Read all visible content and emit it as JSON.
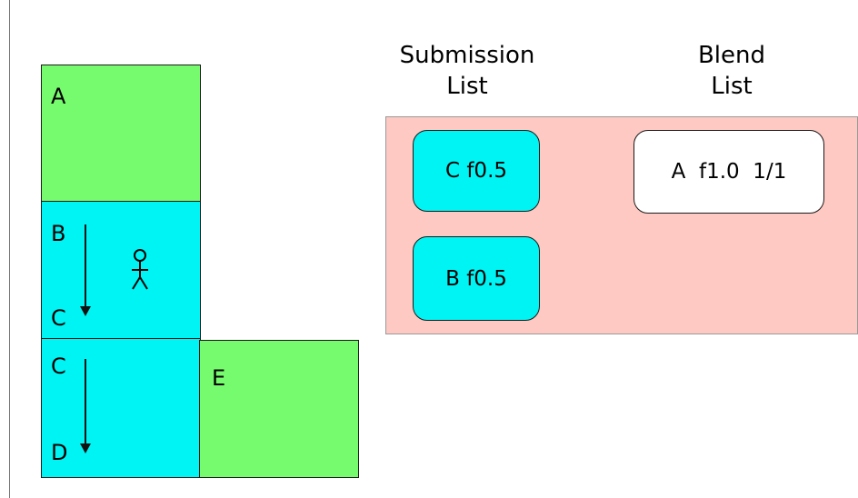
{
  "rooms": [
    {
      "label": "A",
      "color": "#77fb6e"
    },
    {
      "label": "B",
      "end_label": "C",
      "color": "#00f4f4"
    },
    {
      "label": "C",
      "end_label": "D",
      "color": "#00f4f4"
    },
    {
      "label": "E",
      "color": "#77fb6e"
    }
  ],
  "person_icon": "stick-figure",
  "submission_list": {
    "header_line1": "Submission",
    "header_line2": "List",
    "items": [
      "C f0.5",
      "B f0.5"
    ]
  },
  "blend_list": {
    "header_line1": "Blend",
    "header_line2": "List",
    "items": [
      "A  f1.0  1/1"
    ]
  },
  "colors": {
    "room_green": "#77fb6e",
    "room_cyan": "#00f4f4",
    "panel_pink": "#fdc9c2",
    "chip_white": "#ffffff"
  }
}
